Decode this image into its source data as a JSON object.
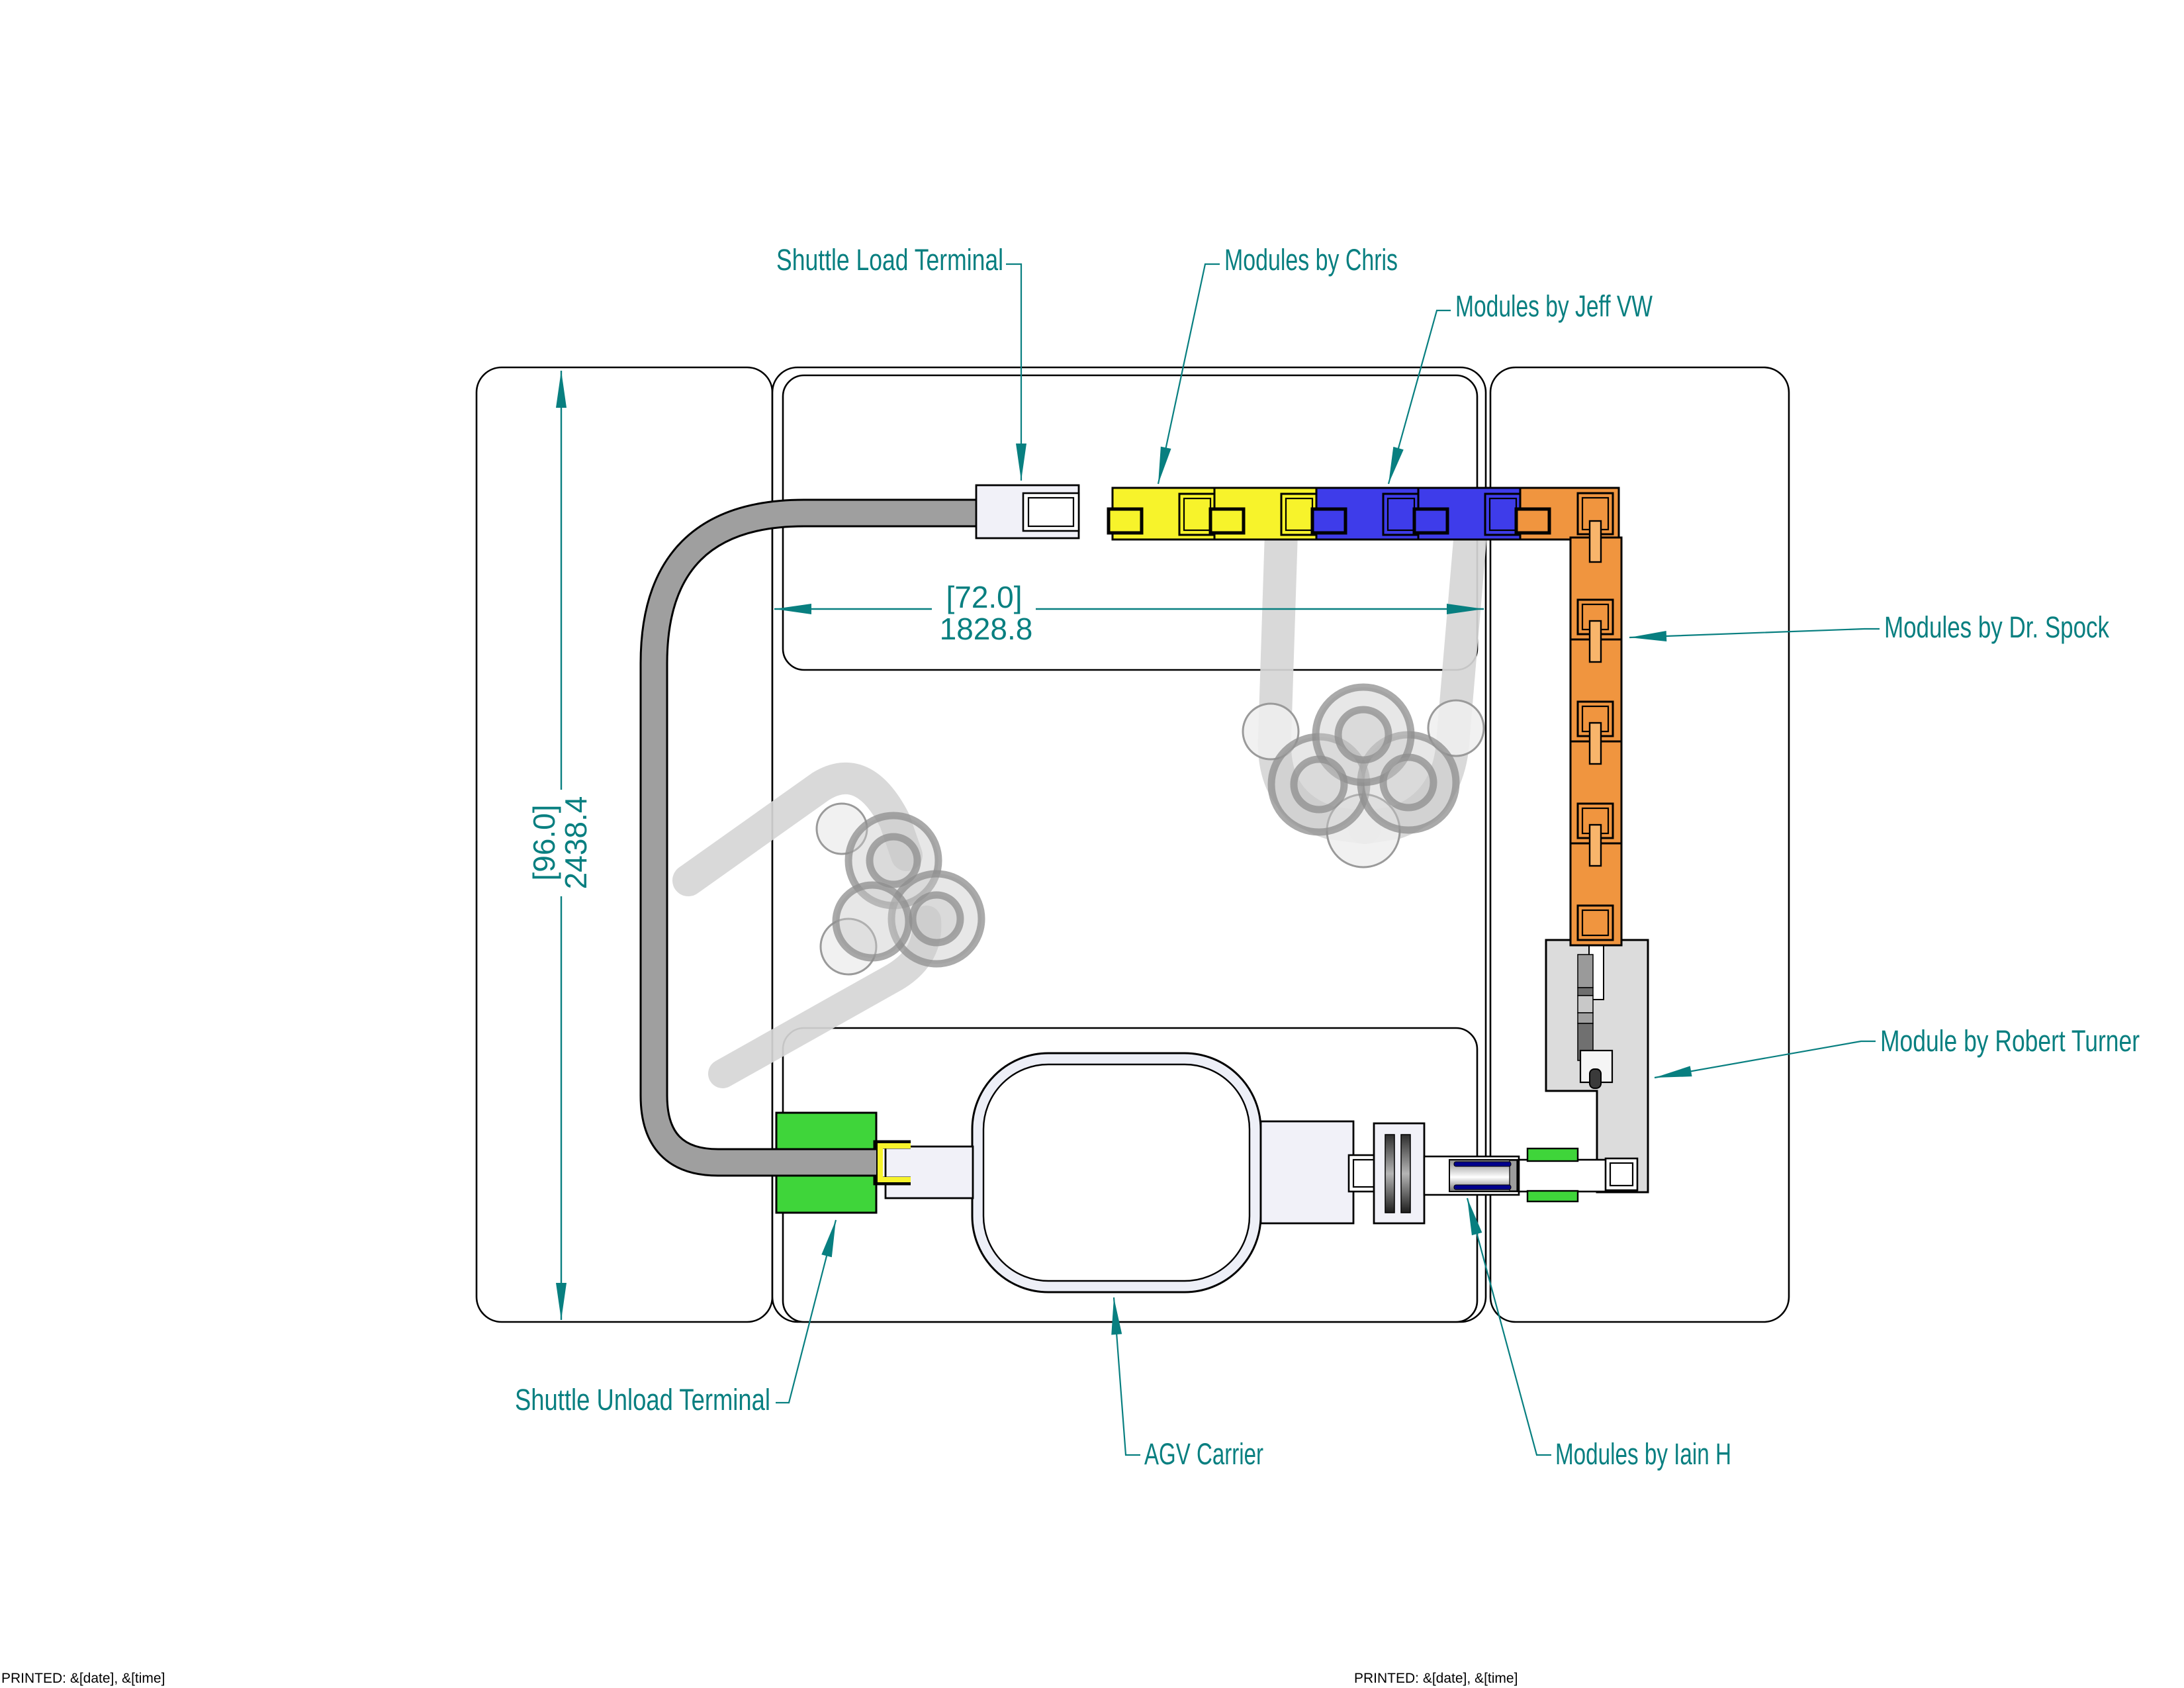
{
  "drawing": {
    "type": "facility-layout-cad-plan",
    "background": "#ffffff"
  },
  "colors": {
    "teal": "#087f80",
    "yellow": "#f7f32b",
    "blue": "#3e3cea",
    "orange": "#f0953f",
    "orange_light": "#f8b56b",
    "green": "#3fd53a",
    "navy": "#00008c",
    "conveyor_gray": "#9f9f9f",
    "light_panel": "#f1f1f8",
    "machine_gray": "#dcdcdc",
    "robot_gray": "#d6d6d6",
    "agv_ring": "#edeff7"
  },
  "labels": {
    "shuttle_load": "Shuttle Load Terminal",
    "chris": "Modules by Chris",
    "jeff": "Modules by Jeff VW",
    "spock": "Modules by Dr. Spock",
    "robert": "Module by Robert Turner",
    "iain": "Modules by Iain H",
    "agv": "AGV Carrier",
    "unload": "Shuttle Unload Terminal"
  },
  "dimensions": {
    "width": {
      "display": "[72.0]",
      "mm": "1828.8"
    },
    "height": {
      "display": "[96.0]",
      "mm": "2438.4"
    }
  },
  "module_groups": [
    {
      "owner": "Chris",
      "color": "#f7f32b",
      "count": 2
    },
    {
      "owner": "Jeff VW",
      "color": "#3e3cea",
      "count": 2
    },
    {
      "owner": "Dr. Spock",
      "color": "#f0953f",
      "count": 5
    },
    {
      "owner": "Robert Turner",
      "color": "#dcdcdc",
      "count": 1
    },
    {
      "owner": "Iain H",
      "color": "#00008c",
      "count": 1
    }
  ],
  "footer": {
    "left": "PRINTED: &[date],  &[time]",
    "center": "PRINTED: &[date],  &[time]"
  }
}
